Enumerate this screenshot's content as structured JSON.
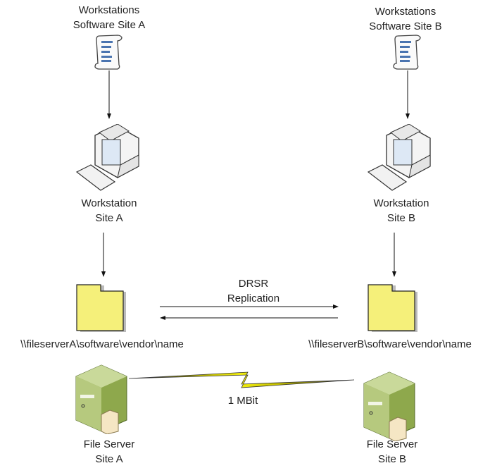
{
  "site_a": {
    "software_label_line1": "Workstations",
    "software_label_line2": "Software Site A",
    "workstation_label_line1": "Workstation",
    "workstation_label_line2": "Site A",
    "share_path": "\\\\fileserverA\\software\\vendor\\name",
    "server_label_line1": "File Server",
    "server_label_line2": "Site A"
  },
  "site_b": {
    "software_label_line1": "Workstations",
    "software_label_line2": "Software Site B",
    "workstation_label_line1": "Workstation",
    "workstation_label_line2": "Site B",
    "share_path": "\\\\fileserverB\\software\\vendor\\name",
    "server_label_line1": "File Server",
    "server_label_line2": "Site B"
  },
  "replication": {
    "line1": "DRSR",
    "line2": "Replication"
  },
  "link": {
    "label": "1 MBit"
  },
  "colors": {
    "folder": "#f5f07a",
    "lightning": "#e8e400",
    "server": "#9bb45a"
  },
  "icons": [
    "script-scroll-icon",
    "workstation-computer-icon",
    "folder-icon",
    "file-server-icon",
    "lightning-link-icon"
  ]
}
